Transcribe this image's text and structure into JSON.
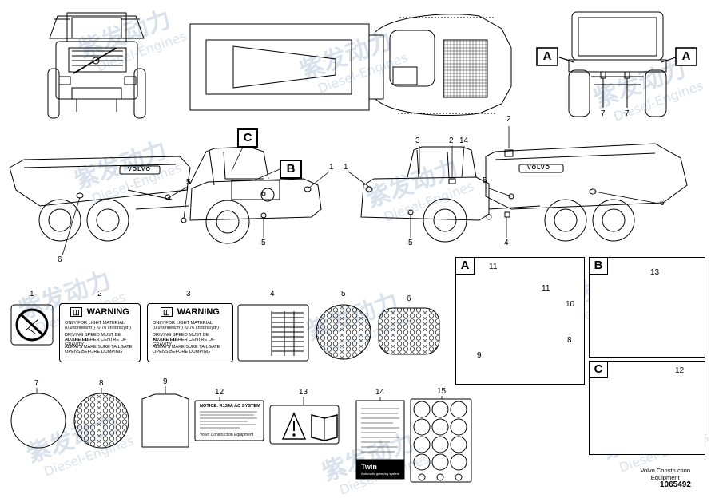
{
  "watermark": {
    "chinese": "紫发动力",
    "english": "Diesel-Engines"
  },
  "view_tags": {
    "a": "A",
    "b": "B",
    "c": "C"
  },
  "callouts": {
    "n1": "1",
    "n2": "2",
    "n3": "3",
    "n4": "4",
    "n5": "5",
    "n6": "6",
    "n7": "7",
    "n8": "8",
    "n9": "9",
    "n10": "10",
    "n11": "11",
    "n12": "12",
    "n13": "13",
    "n14": "14",
    "n15": "15"
  },
  "truck_brand": "VOLVO",
  "decal_2": {
    "heading": "WARNING",
    "lines": [
      "ONLY FOR LIGHT MATERIAL",
      "(0.9 tonnes/m³) (0.76 sh tons/yd³)",
      "DRIVING SPEED MUST BE ADJUSTED",
      "TO THE HIGHER CENTRE OF GRAVITY",
      "ALWAYS MAKE SURE TAILGATE",
      "OPENS BEFORE DUMPING"
    ]
  },
  "decal_3": {
    "heading": "WARNING",
    "lines": [
      "ONLY FOR LIGHT MATERIAL",
      "(0.9 tonnes/m³) (0.76 sh tons/yd³)",
      "DRIVING SPEED MUST BE ADJUSTED",
      "TO THE HIGHER CENTRE OF GRAVITY",
      "ALWAYS MAKE SURE TAILGATE",
      "OPENS BEFORE DUMPING"
    ]
  },
  "decal_12": {
    "title": "NOTICE: R134A AC SYSTEM",
    "footer": "Volvo Construction Equipment"
  },
  "decal_14": {
    "title": "Twin",
    "subtitle": "Automatic greasing system"
  },
  "footer": {
    "line1": "Volvo Construction",
    "line2": "Equipment",
    "number": "1065492"
  },
  "colors": {
    "line": "#000000",
    "watermark": "#7896b9"
  }
}
